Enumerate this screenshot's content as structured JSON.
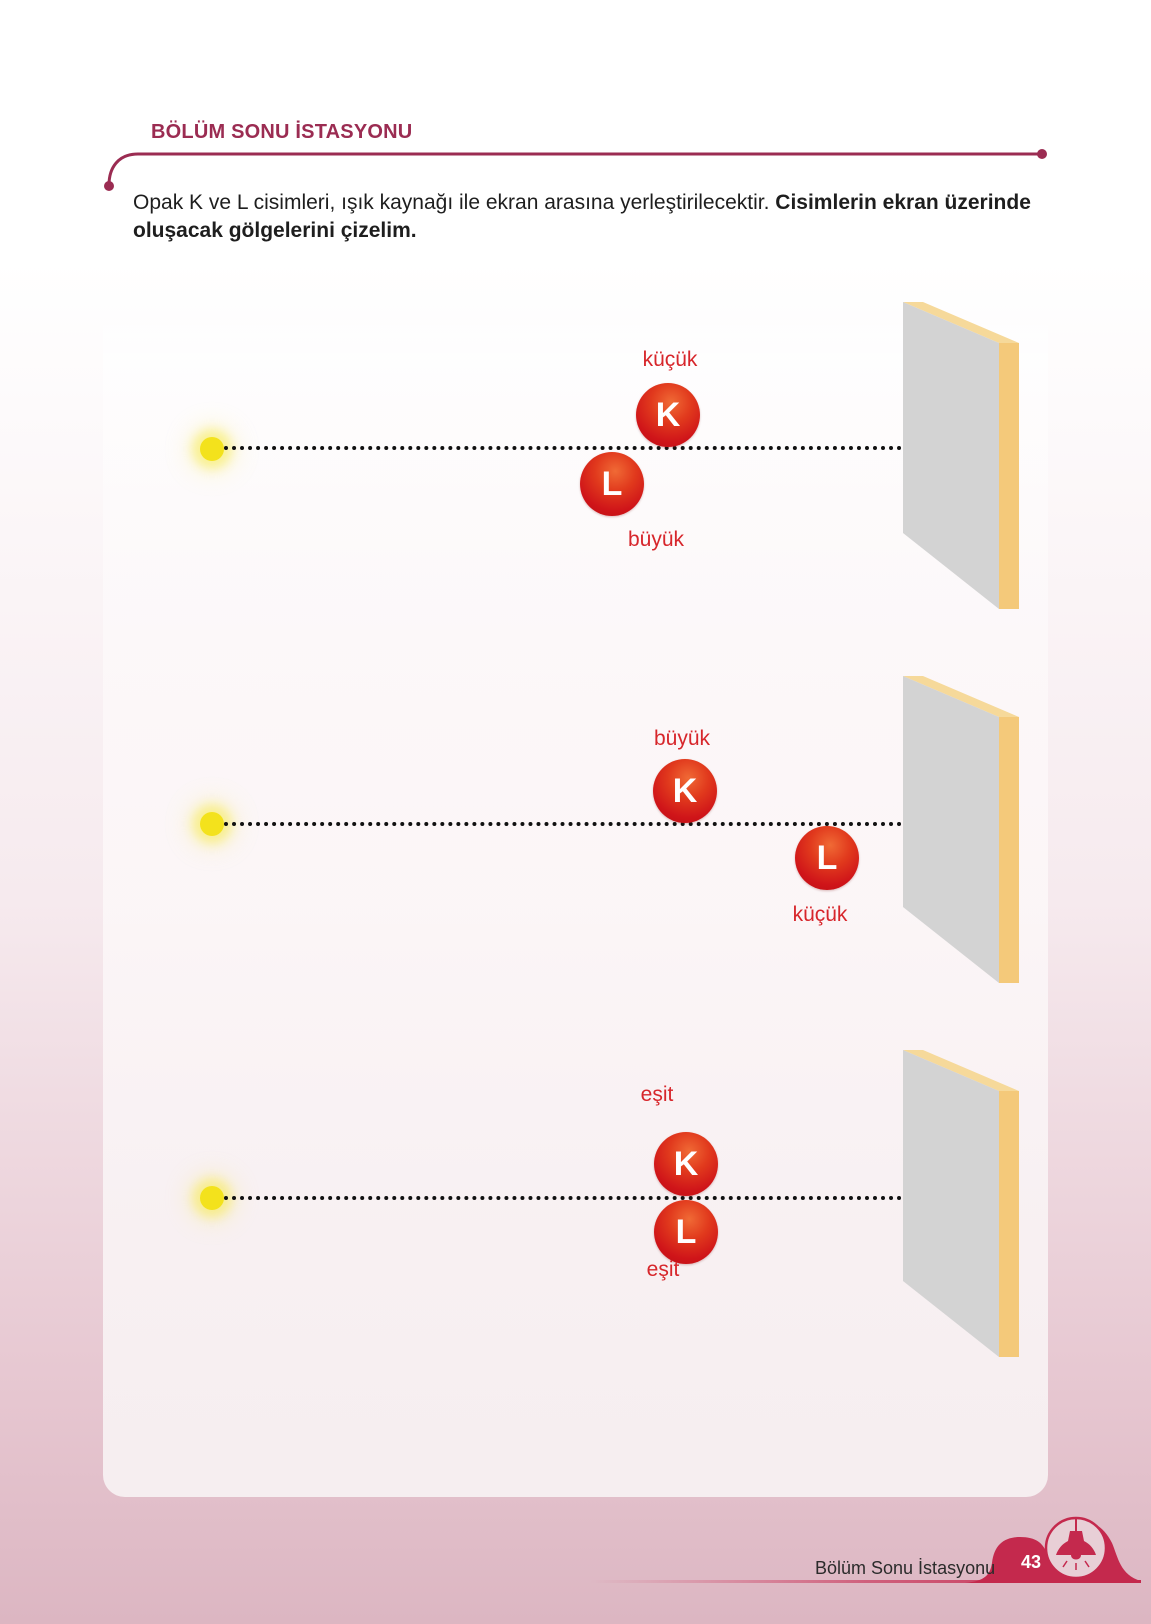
{
  "header": {
    "section_title": "BÖLÜM SONU İSTASYONU",
    "accent_color": "#9b2c52"
  },
  "instruction": {
    "normal": "Opak K ve L cisimleri, ışık kaynağı ile ekran arasına yerleştirilecektir. ",
    "bold": "Cisimlerin ekran üzerinde oluşacak gölgelerini çizelim."
  },
  "panels": [
    {
      "light_source": "light-source-icon",
      "objects": [
        {
          "letter": "K",
          "size_label": "küçük"
        },
        {
          "letter": "L",
          "size_label": "büyük"
        }
      ],
      "screen": "screen"
    },
    {
      "light_source": "light-source-icon",
      "objects": [
        {
          "letter": "K",
          "size_label": "büyük"
        },
        {
          "letter": "L",
          "size_label": "küçük"
        }
      ],
      "screen": "screen"
    },
    {
      "light_source": "light-source-icon",
      "objects": [
        {
          "letter": "K",
          "size_label": "eşit"
        },
        {
          "letter": "L",
          "size_label": "eşit"
        }
      ],
      "screen": "screen"
    }
  ],
  "colors": {
    "object_red": "#d7262b",
    "light_yellow": "#f3e21c",
    "screen_gray": "#d3d3d3",
    "screen_edge": "#f4c97a"
  },
  "footer": {
    "label": "Bölüm Sonu İstasyonu",
    "page_number": "43",
    "icon": "lamp-icon"
  }
}
